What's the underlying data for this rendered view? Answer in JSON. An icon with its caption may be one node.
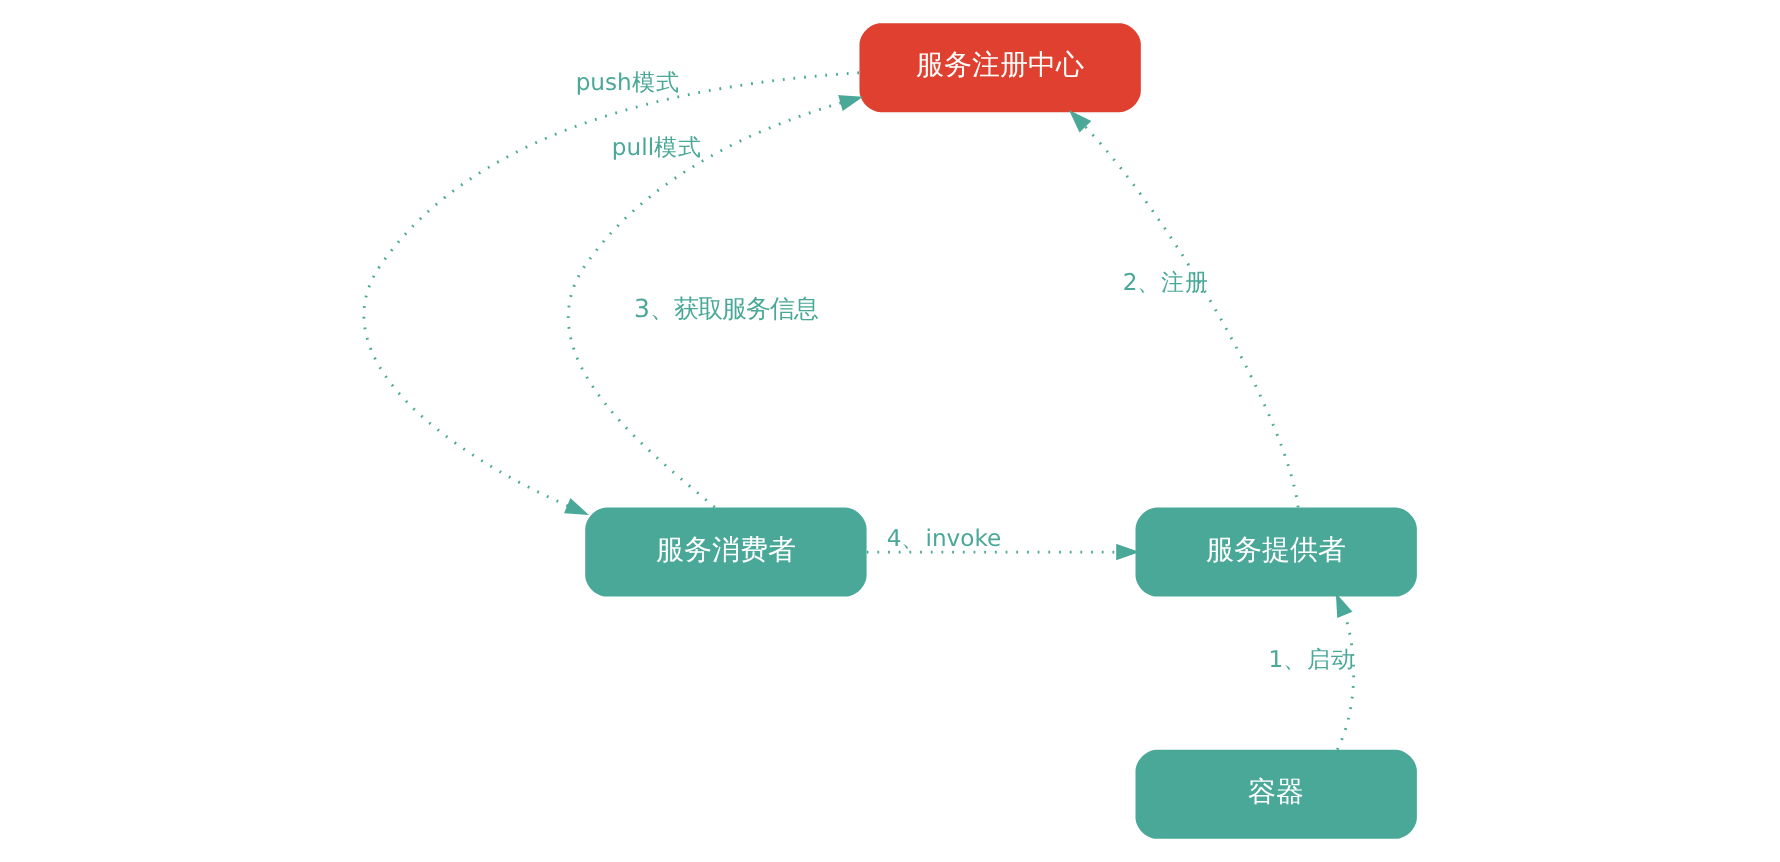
{
  "diagram": {
    "nodes": [
      {
        "text": [
          "服务注册中心"
        ]
      },
      {
        "text": [
          "服务消费者"
        ]
      },
      {
        "text": [
          "服务提供者"
        ]
      },
      {
        "text": [
          "容器"
        ]
      }
    ],
    "edges": [
      {
        "from": 1,
        "to": 0,
        "arrow": "to",
        "label": "pull模式"
      },
      {
        "from": 0,
        "to": 1,
        "arrow": "to",
        "label": "push模式"
      },
      {
        "from": 2,
        "to": 0,
        "arrow": "to",
        "label": "2、注册"
      },
      {
        "from": 1,
        "to": 2,
        "arrow": "to",
        "label": "4、invoke"
      },
      {
        "from": 3,
        "to": 2,
        "arrow": "to",
        "label": "1、启动"
      }
    ],
    "labels": [
      "3、获取服务信息"
    ]
  }
}
